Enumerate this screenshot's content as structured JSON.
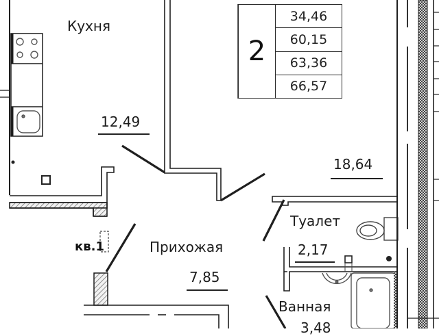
{
  "plan": {
    "type": "apartment-floor-plan",
    "rooms": [
      {
        "id": "kitchen",
        "name": "Кухня",
        "area": "12,49"
      },
      {
        "id": "living",
        "name": "",
        "area": "18,64"
      },
      {
        "id": "hallway",
        "name": "Прихожая",
        "area": "7,85"
      },
      {
        "id": "toilet",
        "name": "Туалет",
        "area": "2,17"
      },
      {
        "id": "bathroom",
        "name": "Ванная",
        "area": "3,48"
      }
    ],
    "apartment_label": "кв.1",
    "summary": {
      "rooms_count": "2",
      "areas": [
        "34,46",
        "60,15",
        "63,36",
        "66,57"
      ]
    },
    "colors": {
      "wall": "#1f1f1f",
      "hatch": "#7a7a7a",
      "background": "#ffffff"
    }
  }
}
